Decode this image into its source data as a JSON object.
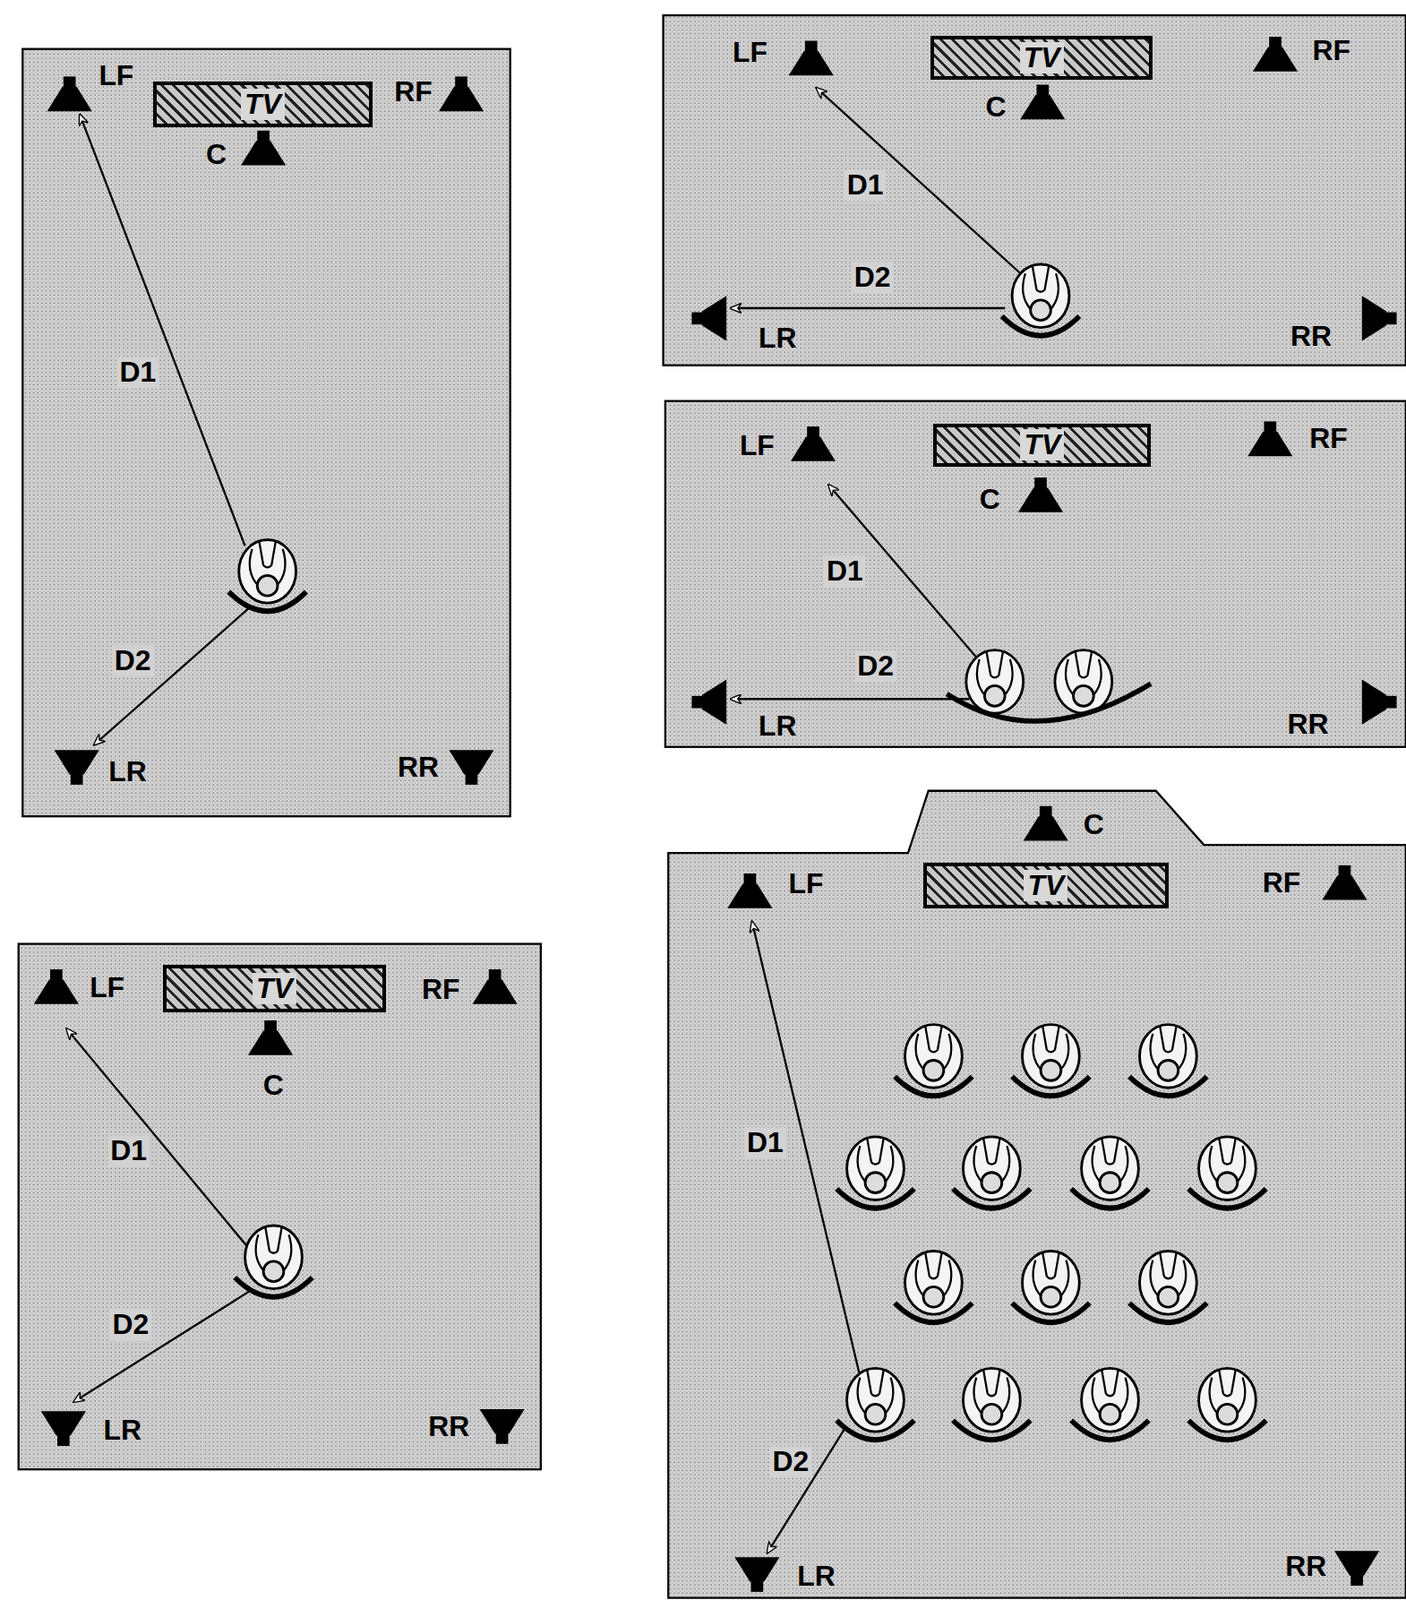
{
  "diagram": {
    "nodes": [
      {
        "text": [
          "TV"
        ]
      },
      {
        "text": [
          "TV"
        ]
      },
      {
        "text": [
          "TV"
        ]
      },
      {
        "text": [
          "TV"
        ]
      },
      {
        "text": [
          "TV"
        ]
      }
    ],
    "labels": [
      "LF",
      "RF",
      "C",
      "LR",
      "RR",
      "D1",
      "D2",
      "LF",
      "RF",
      "C",
      "LR",
      "RR",
      "D1",
      "D2",
      "LF",
      "RF",
      "C",
      "LR",
      "RR",
      "D1",
      "D2",
      "LF",
      "RF",
      "C",
      "LR",
      "RR",
      "D1",
      "D2",
      "LF",
      "RF",
      "C",
      "LR",
      "RR",
      "D1",
      "D2"
    ]
  }
}
